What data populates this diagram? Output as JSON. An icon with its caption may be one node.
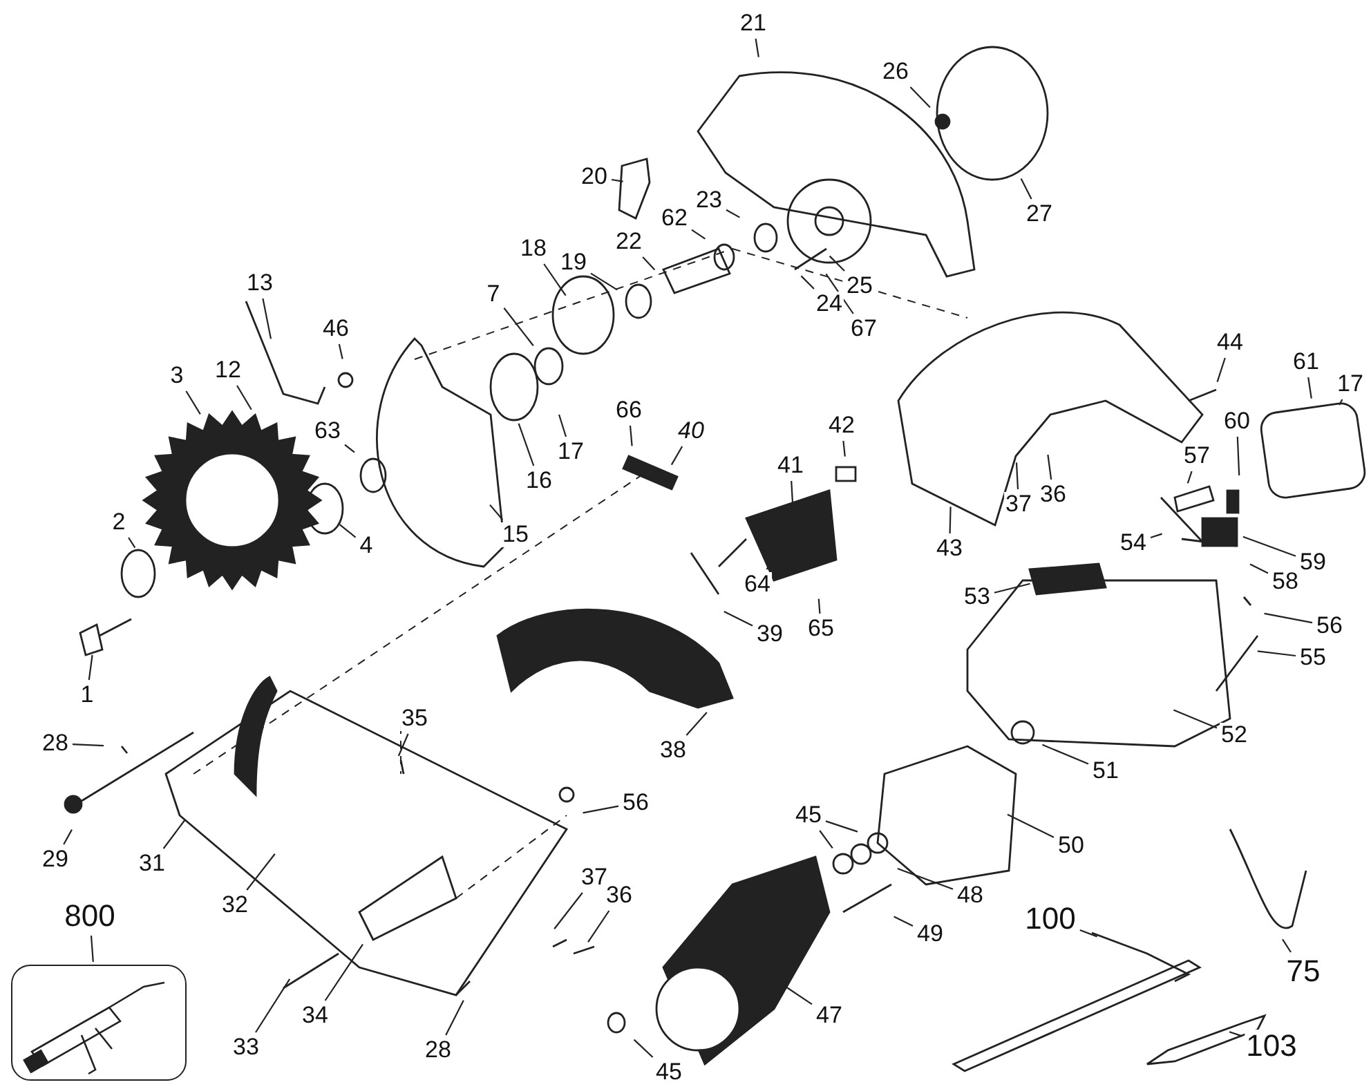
{
  "diagram": {
    "nodes": [
      {
        "text": [
          "21"
        ]
      },
      {
        "text": [
          "26"
        ]
      },
      {
        "text": [
          "20"
        ]
      },
      {
        "text": [
          "62"
        ]
      },
      {
        "text": [
          "23"
        ]
      },
      {
        "text": [
          "27"
        ]
      },
      {
        "text": [
          "22"
        ]
      },
      {
        "text": [
          "18"
        ]
      },
      {
        "text": [
          "19"
        ]
      },
      {
        "text": [
          "13"
        ]
      },
      {
        "text": [
          "7"
        ]
      },
      {
        "text": [
          "25"
        ]
      },
      {
        "text": [
          "24"
        ]
      },
      {
        "text": [
          "67"
        ]
      },
      {
        "text": [
          "44"
        ]
      },
      {
        "text": [
          "46"
        ]
      },
      {
        "text": [
          "61"
        ]
      },
      {
        "text": [
          "12"
        ]
      },
      {
        "text": [
          "3"
        ]
      },
      {
        "text": [
          "17"
        ]
      },
      {
        "text": [
          "66"
        ]
      },
      {
        "text": [
          "60"
        ]
      },
      {
        "text": [
          "42"
        ]
      },
      {
        "text": [
          "40"
        ]
      },
      {
        "text": [
          "63"
        ]
      },
      {
        "text": [
          "17"
        ]
      },
      {
        "text": [
          "57"
        ]
      },
      {
        "text": [
          "41"
        ]
      },
      {
        "text": [
          "16"
        ]
      },
      {
        "text": [
          "36"
        ]
      },
      {
        "text": [
          "37"
        ]
      },
      {
        "text": [
          "2"
        ]
      },
      {
        "text": [
          "15"
        ]
      },
      {
        "text": [
          "4"
        ]
      },
      {
        "text": [
          "54"
        ]
      },
      {
        "text": [
          "43"
        ]
      },
      {
        "text": [
          "59"
        ]
      },
      {
        "text": [
          "58"
        ]
      },
      {
        "text": [
          "64"
        ]
      },
      {
        "text": [
          "53"
        ]
      },
      {
        "text": [
          "56"
        ]
      },
      {
        "text": [
          "65"
        ]
      },
      {
        "text": [
          "39"
        ]
      },
      {
        "text": [
          "55"
        ]
      },
      {
        "text": [
          "1"
        ]
      },
      {
        "text": [
          "52"
        ]
      },
      {
        "text": [
          "28"
        ]
      },
      {
        "text": [
          "35"
        ]
      },
      {
        "text": [
          "38"
        ]
      },
      {
        "text": [
          "51"
        ]
      },
      {
        "text": [
          "56"
        ]
      },
      {
        "text": [
          "45"
        ]
      },
      {
        "text": [
          "50"
        ]
      },
      {
        "text": [
          "29"
        ]
      },
      {
        "text": [
          "31"
        ]
      },
      {
        "text": [
          "37"
        ]
      },
      {
        "text": [
          "36"
        ]
      },
      {
        "text": [
          "48"
        ]
      },
      {
        "text": [
          "32"
        ]
      },
      {
        "text": [
          "800"
        ]
      },
      {
        "text": [],
        "shape": "picture"
      },
      {
        "text": [
          "100"
        ]
      },
      {
        "text": [
          "49"
        ]
      },
      {
        "text": [
          "75"
        ]
      },
      {
        "text": [
          "34"
        ]
      },
      {
        "text": [
          "47"
        ]
      },
      {
        "text": [
          "103"
        ]
      },
      {
        "text": [
          "33"
        ]
      },
      {
        "text": [
          "28"
        ]
      },
      {
        "text": [
          "45"
        ]
      }
    ],
    "edges": [
      {
        "from": 0,
        "to": null,
        "arrow": "none"
      },
      {
        "from": 1,
        "to": null,
        "arrow": "none"
      },
      {
        "from": 2,
        "to": null,
        "arrow": "none"
      },
      {
        "from": 3,
        "to": null,
        "arrow": "none"
      },
      {
        "from": 4,
        "to": null,
        "arrow": "none"
      },
      {
        "from": 5,
        "to": null,
        "arrow": "none"
      },
      {
        "from": 6,
        "to": null,
        "arrow": "none"
      },
      {
        "from": 7,
        "to": null,
        "arrow": "none"
      },
      {
        "from": 8,
        "to": null,
        "arrow": "none"
      },
      {
        "from": 9,
        "to": null,
        "arrow": "none"
      },
      {
        "from": 10,
        "to": null,
        "arrow": "none"
      },
      {
        "from": 11,
        "to": null,
        "arrow": "none"
      },
      {
        "from": 12,
        "to": null,
        "arrow": "none"
      },
      {
        "from": 13,
        "to": null,
        "arrow": "none"
      },
      {
        "from": 14,
        "to": null,
        "arrow": "none"
      },
      {
        "from": 15,
        "to": null,
        "arrow": "none"
      },
      {
        "from": 16,
        "to": null,
        "arrow": "none"
      },
      {
        "from": 17,
        "to": null,
        "arrow": "none"
      },
      {
        "from": 18,
        "to": null,
        "arrow": "none"
      },
      {
        "from": 19,
        "to": null,
        "arrow": "none"
      },
      {
        "from": 20,
        "to": null,
        "arrow": "none"
      },
      {
        "from": 21,
        "to": null,
        "arrow": "none"
      },
      {
        "from": 22,
        "to": null,
        "arrow": "none"
      },
      {
        "from": 23,
        "to": null,
        "arrow": "none"
      },
      {
        "from": 24,
        "to": null,
        "arrow": "none"
      },
      {
        "from": 25,
        "to": null,
        "arrow": "none"
      },
      {
        "from": 26,
        "to": null,
        "arrow": "none"
      },
      {
        "from": 27,
        "to": null,
        "arrow": "none"
      },
      {
        "from": 28,
        "to": null,
        "arrow": "none"
      },
      {
        "from": 29,
        "to": null,
        "arrow": "none"
      },
      {
        "from": 30,
        "to": null,
        "arrow": "none"
      },
      {
        "from": 31,
        "to": null,
        "arrow": "none"
      },
      {
        "from": 32,
        "to": null,
        "arrow": "none"
      },
      {
        "from": 33,
        "to": null,
        "arrow": "none"
      },
      {
        "from": 34,
        "to": null,
        "arrow": "none"
      },
      {
        "from": 35,
        "to": null,
        "arrow": "none"
      },
      {
        "from": 36,
        "to": null,
        "arrow": "none"
      },
      {
        "from": 37,
        "to": null,
        "arrow": "none"
      },
      {
        "from": 38,
        "to": null,
        "arrow": "none"
      },
      {
        "from": 39,
        "to": null,
        "arrow": "none"
      },
      {
        "from": 40,
        "to": null,
        "arrow": "none"
      },
      {
        "from": 41,
        "to": null,
        "arrow": "none"
      },
      {
        "from": 42,
        "to": null,
        "arrow": "none"
      },
      {
        "from": 43,
        "to": null,
        "arrow": "none"
      },
      {
        "from": 44,
        "to": null,
        "arrow": "none"
      },
      {
        "from": 45,
        "to": null,
        "arrow": "none"
      },
      {
        "from": 46,
        "to": null,
        "arrow": "none"
      },
      {
        "from": 47,
        "to": null,
        "arrow": "none"
      },
      {
        "from": 48,
        "to": null,
        "arrow": "none"
      },
      {
        "from": 49,
        "to": null,
        "arrow": "none"
      },
      {
        "from": 50,
        "to": null,
        "arrow": "none"
      },
      {
        "from": 51,
        "to": null,
        "arrow": "none"
      },
      {
        "from": 51,
        "to": null,
        "arrow": "none"
      },
      {
        "from": 52,
        "to": null,
        "arrow": "none"
      },
      {
        "from": 53,
        "to": null,
        "arrow": "none"
      },
      {
        "from": 54,
        "to": null,
        "arrow": "none"
      },
      {
        "from": 55,
        "to": null,
        "arrow": "none"
      },
      {
        "from": 56,
        "to": null,
        "arrow": "none"
      },
      {
        "from": 57,
        "to": null,
        "arrow": "none"
      },
      {
        "from": 58,
        "to": null,
        "arrow": "none"
      },
      {
        "from": 59,
        "to": 60,
        "arrow": "none"
      },
      {
        "from": 61,
        "to": null,
        "arrow": "none"
      },
      {
        "from": 62,
        "to": null,
        "arrow": "none"
      },
      {
        "from": 63,
        "to": null,
        "arrow": "none"
      },
      {
        "from": 64,
        "to": null,
        "arrow": "none"
      },
      {
        "from": 65,
        "to": null,
        "arrow": "none"
      },
      {
        "from": 66,
        "to": null,
        "arrow": "none"
      },
      {
        "from": 67,
        "to": null,
        "arrow": "none"
      },
      {
        "from": 68,
        "to": null,
        "arrow": "none"
      },
      {
        "from": 69,
        "to": null,
        "arrow": "none"
      }
    ]
  }
}
